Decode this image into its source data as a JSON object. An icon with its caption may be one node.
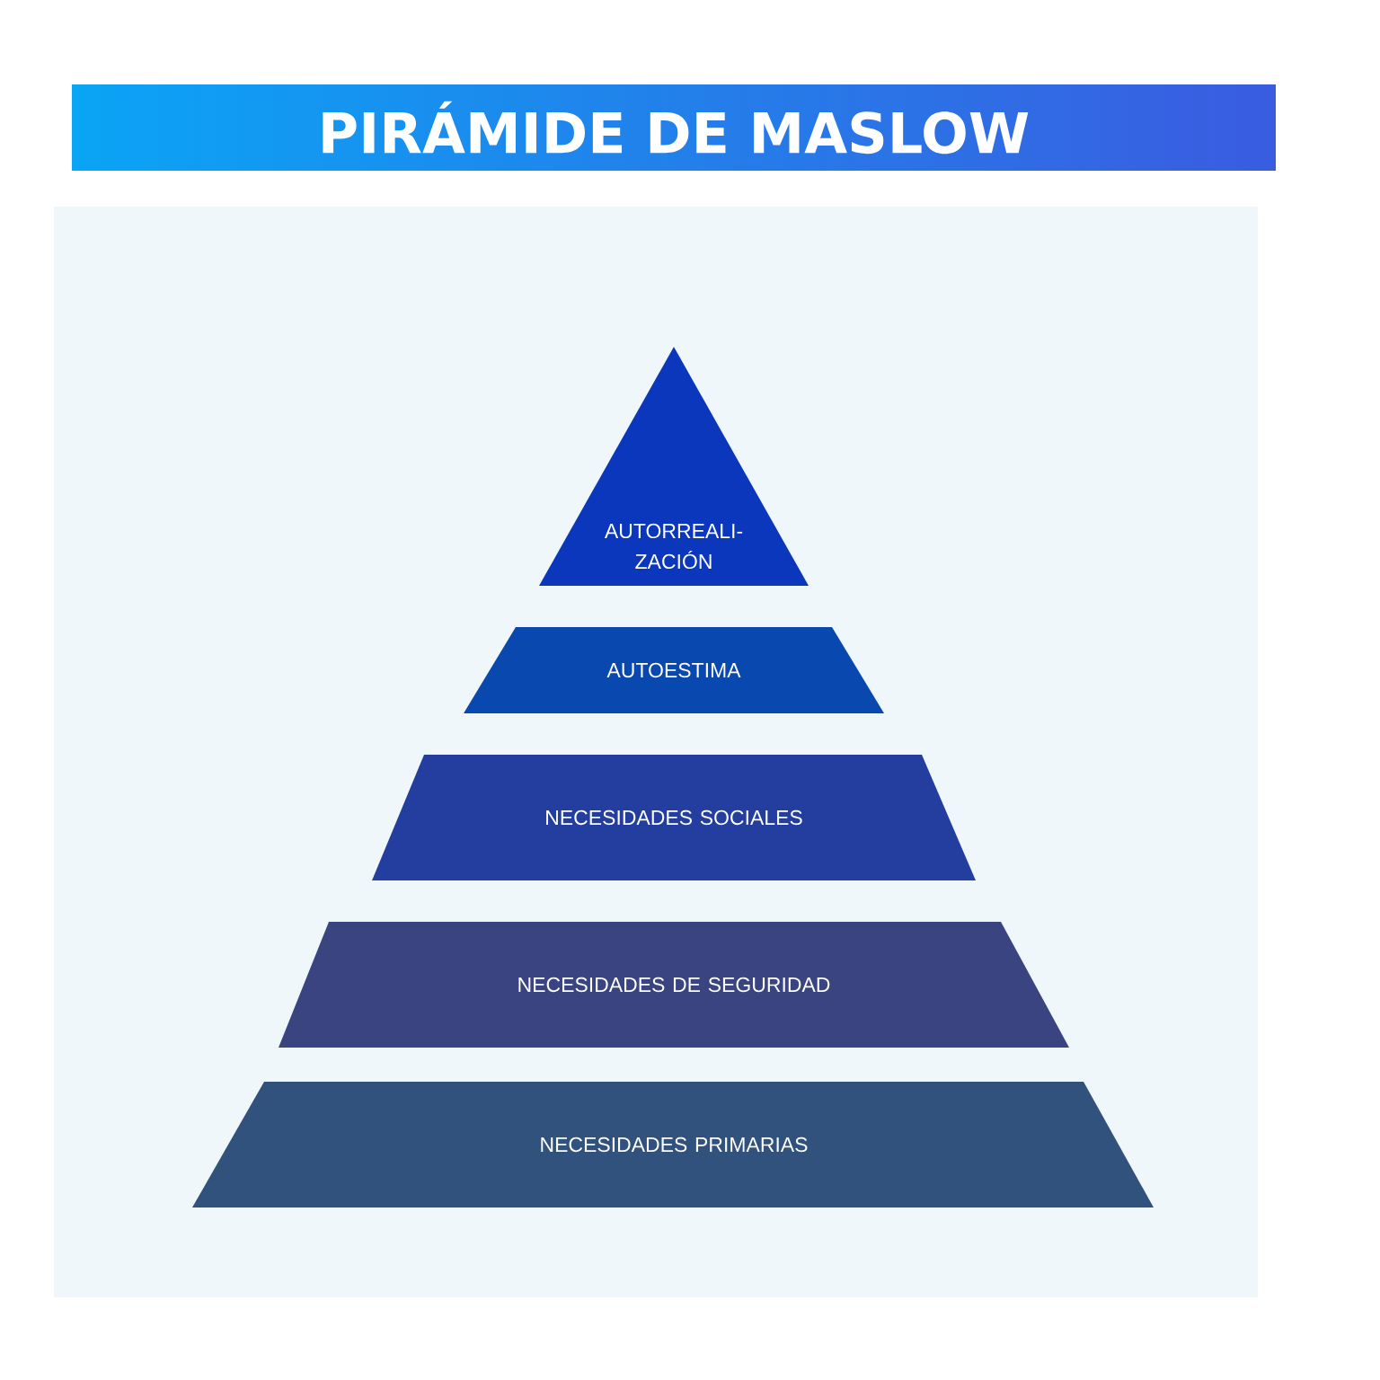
{
  "diagram": {
    "title": "PIRÁMIDE DE MASLOW",
    "nodes": [
      {
        "text": [
          "AUTORREALI- ZACIÓN"
        ]
      },
      {
        "text": [
          "AUTOESTIMA"
        ]
      },
      {
        "text": [
          "NECESIDADES SOCIALES"
        ]
      },
      {
        "text": [
          "NECESIDADES DE SEGURIDAD"
        ]
      },
      {
        "text": [
          "NECESIDADES PRIMARIAS"
        ]
      }
    ]
  }
}
